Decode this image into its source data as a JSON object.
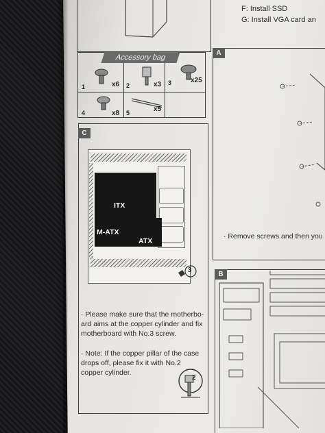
{
  "top_list": {
    "item_f": "F: Install SSD",
    "item_g": "G: Install VGA card an"
  },
  "accessory_bag": {
    "title": "Accessory bag",
    "cells": [
      {
        "num": "1",
        "qty": "x6"
      },
      {
        "num": "2",
        "qty": "x3"
      },
      {
        "num": "3",
        "qty": "x25"
      },
      {
        "num": "4",
        "qty": "x8"
      },
      {
        "num": "5",
        "qty": "x5"
      }
    ]
  },
  "panel_a": {
    "label": "A",
    "note": "· Remove screws and then you"
  },
  "panel_b": {
    "label": "B"
  },
  "panel_c": {
    "label": "C",
    "board_labels": {
      "itx": "ITX",
      "matx": "M-ATX",
      "atx": "ATX"
    },
    "screw_badge": "3",
    "cylinder_badge": "2",
    "note1_lines": [
      "· Please make sure that the motherbo-",
      "ard aims at the copper cylinder and fix",
      "motherboard with No.3 screw."
    ],
    "note2_lines": [
      "· Note: If the copper pillar of the case",
      "drops off, please fix it with No.2",
      "copper cylinder."
    ]
  }
}
